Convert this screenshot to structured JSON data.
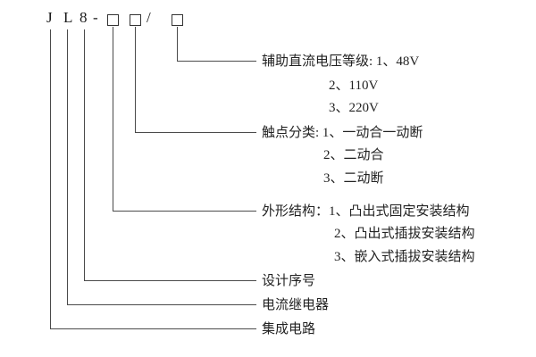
{
  "page": {
    "background": "#ffffff",
    "line_color": "#4a4a4a",
    "text_color": "#222222"
  },
  "model_code": {
    "full": "JL8-□□/□",
    "parts": {
      "p1": "J",
      "p2": "L",
      "p3": "8",
      "dash": "-",
      "slash": "/"
    }
  },
  "annotations": {
    "voltage": {
      "main": "辅助直流电压等级: 1、48V",
      "opt2": "2、110V",
      "opt3": "3、220V"
    },
    "contact": {
      "main": "触点分类: 1、一动合一动断",
      "opt2": "2、二动合",
      "opt3": "3、二动断"
    },
    "structure": {
      "main": "外形结构：1、凸出式固定安装结构",
      "opt2": "2、凸出式插拔安装结构",
      "opt3": "3、嵌入式插拔安装结构"
    },
    "design_serial": "设计序号",
    "current_relay": "电流继电器",
    "integrated_circuit": "集成电路"
  }
}
